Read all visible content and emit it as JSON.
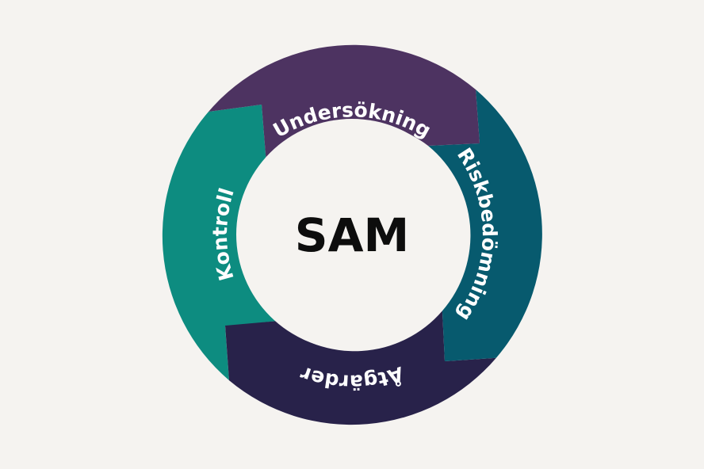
{
  "center": {
    "label": "SAM"
  },
  "segments": [
    {
      "label": "Undersökning",
      "color": "#4d3361"
    },
    {
      "label": "Riskbedömning",
      "color": "#075a6e"
    },
    {
      "label": "Åtgärder",
      "color": "#28224a"
    },
    {
      "label": "Kontroll",
      "color": "#0d8c80"
    }
  ],
  "colors": {
    "background": "#f5f3f0",
    "inner_circle": "#f5f3f0",
    "text_on_segment": "#ffffff",
    "center_text": "#0d0d0d"
  }
}
